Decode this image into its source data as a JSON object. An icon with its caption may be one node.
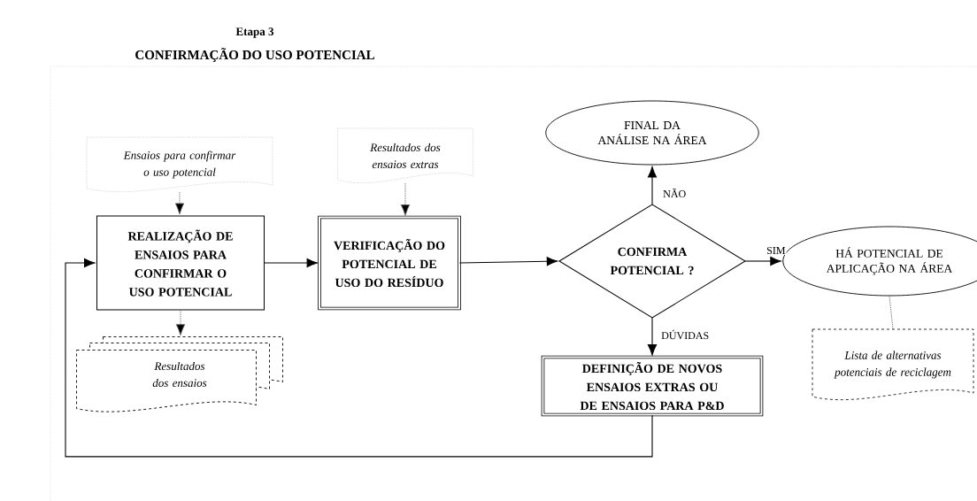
{
  "diagram": {
    "title": "CONFIRMAÇÃO DO USO POTENCIAL",
    "nodes": [
      {
        "text": [
          "Ensaios para confirmar o uso potencial"
        ]
      },
      {
        "text": [
          "REALIZAÇÃO DE ENSAIOS PARA CONFIRMAR O USO POTENCIAL"
        ]
      },
      {
        "text": [
          "VERIFICAÇÃO DO POTENCIAL DE USO DO RESÍDUO"
        ]
      },
      {
        "text": [
          "Resultados dos ensaios extras"
        ]
      },
      {
        "text": [
          "Resultados dos ensaios"
        ]
      },
      {
        "text": [
          "CONFIRMA POTENCIAL ?"
        ]
      },
      {
        "text": [
          "FINAL DA ANÁLISE NA ÁREA"
        ]
      },
      {
        "text": [
          "DEFINIÇÃO DE NOVOS ENSAIOS EXTRAS OU DE ENSAIOS PARA P&D"
        ]
      },
      {
        "text": [
          "HÁ POTENCIAL DE APLICAÇÃO NA ÁREA"
        ]
      },
      {
        "text": [
          "Lista de alternativas potenciais de reciclagem"
        ]
      }
    ],
    "edges": [
      {
        "from": 0,
        "to": 1,
        "arrow": "to",
        "style": "dashed"
      },
      {
        "from": 1,
        "to": 4,
        "arrow": "to",
        "style": "dashed"
      },
      {
        "from": 3,
        "to": 2,
        "arrow": "to",
        "style": "dashed"
      },
      {
        "from": 1,
        "to": 2,
        "arrow": "to"
      },
      {
        "from": 2,
        "to": 5,
        "arrow": "to"
      },
      {
        "from": 5,
        "to": 6,
        "arrow": "to",
        "label": "NÃO"
      },
      {
        "from": 5,
        "to": 8,
        "arrow": "to",
        "label": "SIM"
      },
      {
        "from": 5,
        "to": 7,
        "arrow": "to",
        "label": "DÚVIDAS"
      },
      {
        "from": 8,
        "to": 9,
        "arrow": "none",
        "style": "dashed"
      },
      {
        "from": 7,
        "to": 1,
        "arrow": "to"
      }
    ],
    "labels": [
      "Etapa 3"
    ]
  }
}
